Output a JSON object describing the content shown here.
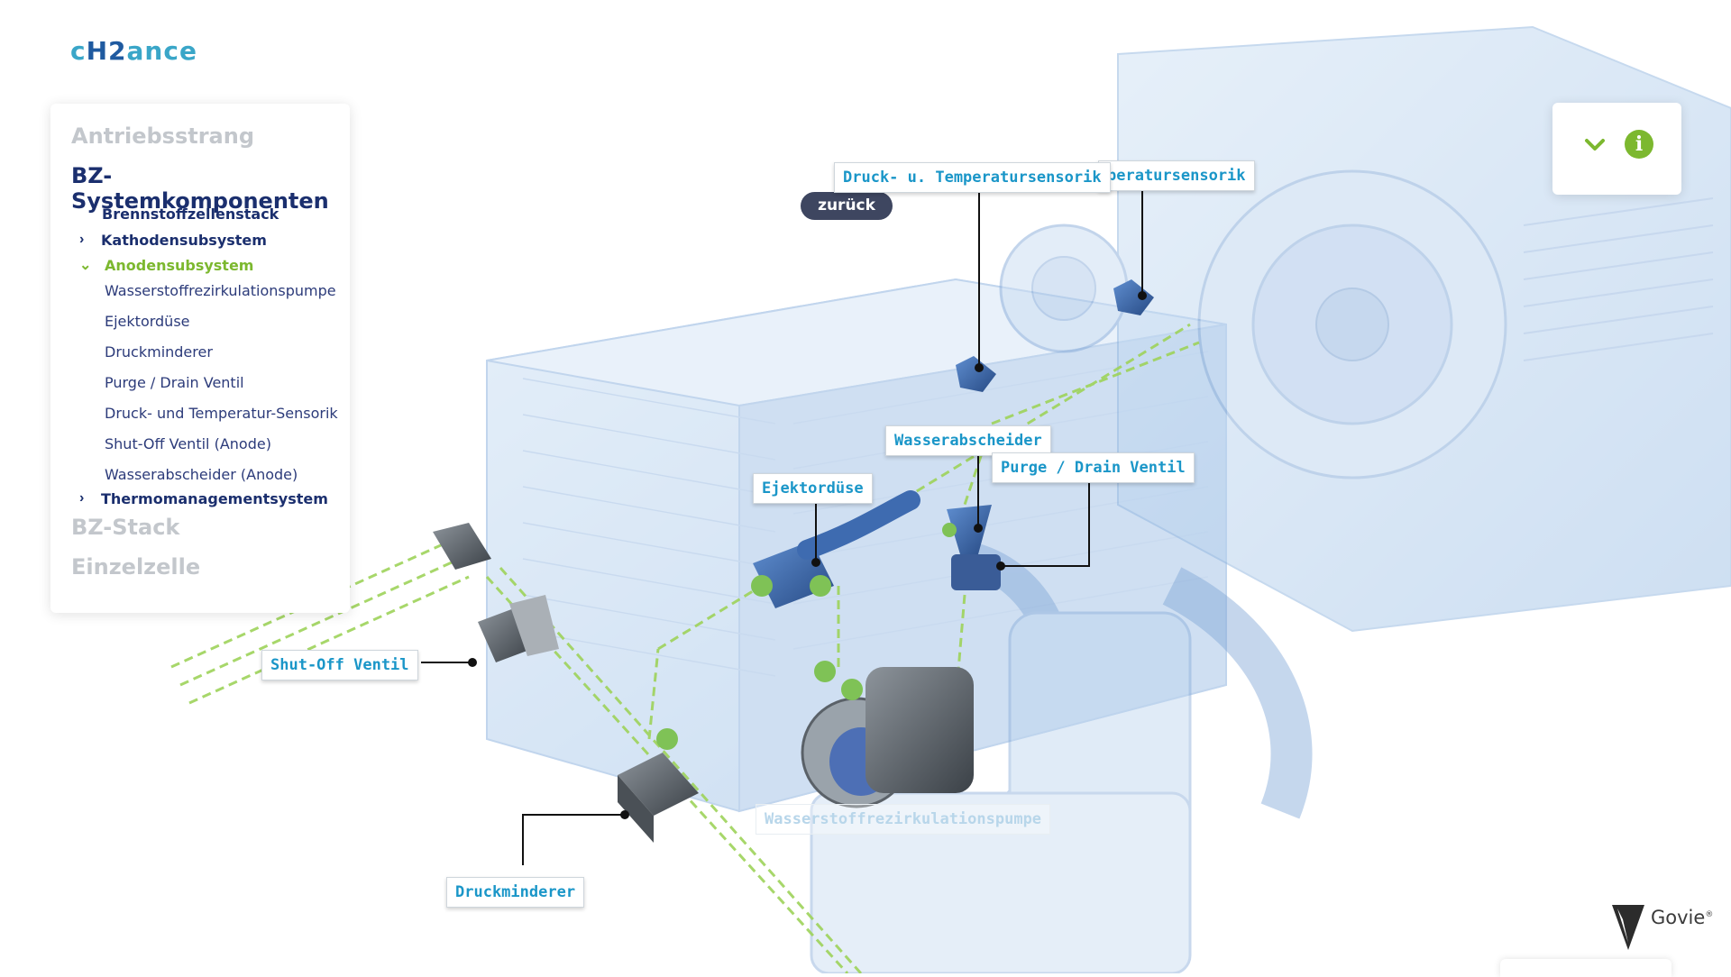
{
  "brand": {
    "logo_c": "c",
    "logo_h2": "H2",
    "logo_rest": "ance",
    "vendor": "Govie",
    "vendor_mark": "®"
  },
  "menu": {
    "sections": [
      {
        "label": "Antriebsstrang"
      },
      {
        "label": "BZ-Systemkomponenten"
      },
      {
        "label": "BZ-Stack"
      },
      {
        "label": "Einzelzelle"
      }
    ],
    "subitems": {
      "stack": "Brennstoffzellenstack",
      "kathoden": "Kathodensubsystem",
      "anoden": "Anodensubsystem",
      "thermo": "Thermomanagementsystem"
    },
    "leaves": [
      "Wasserstoffrezirkulationspumpe",
      "Ejektordüse",
      "Druckminderer",
      "Purge / Drain Ventil",
      "Druck- und Temperatur-Sensorik",
      "Shut-Off Ventil (Anode)",
      "Wasserabscheider (Anode)"
    ]
  },
  "toolbox": {
    "info_glyph": "i"
  },
  "back_button": "zurück",
  "callouts": {
    "druck_temp": "Druck- u. Temperatursensorik",
    "druck_temp_hidden": "peratursensorik",
    "wasserabscheider": "Wasserabscheider",
    "purge": "Purge / Drain Ventil",
    "ejektor": "Ejektordüse",
    "shutoff": "Shut-Off Ventil",
    "druckminderer": "Druckminderer",
    "pumpe": "Wasserstoffrezirkulationspumpe"
  },
  "colors": {
    "accent_green": "#7cb82f",
    "navy": "#1b2f6e",
    "callout_blue": "#1a96c8",
    "ghost_blue": "#a9c9ea"
  }
}
